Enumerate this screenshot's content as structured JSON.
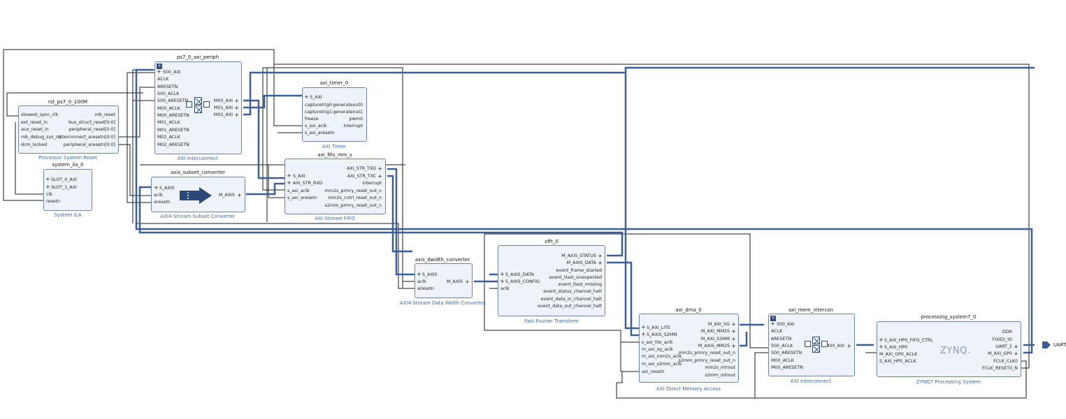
{
  "blocks": {
    "rst": {
      "title": "rst_ps7_0_100M",
      "subtitle": "Processor System Reset",
      "left_ports": [
        "slowest_sync_clk",
        "ext_reset_in",
        "aux_reset_in",
        "mb_debug_sys_rst",
        "dcm_locked"
      ],
      "right_ports": [
        "mb_reset",
        "bus_struct_reset[0:0]",
        "peripheral_reset[0:0]",
        "interconnect_aresetn[0:0]",
        "peripheral_aresetn[0:0]"
      ]
    },
    "ila": {
      "title": "system_ila_0",
      "subtitle": "System ILA",
      "left_ports": [
        "SLOT_0_AXI",
        "SLOT_1_AXI",
        "clk",
        "resetn"
      ]
    },
    "periph": {
      "title": "ps7_0_axi_periph",
      "subtitle": "AXI Interconnect",
      "left_ports": [
        "S00_AXI",
        "ACLK",
        "ARESETN",
        "S00_ACLK",
        "S00_ARESETN",
        "M00_ACLK",
        "M00_ARESETN",
        "M01_ACLK",
        "M01_ARESETN",
        "M02_ACLK",
        "M02_ARESETN"
      ],
      "right_ports": [
        "M00_AXI",
        "M01_AXI",
        "M02_AXI"
      ]
    },
    "timer": {
      "title": "axi_timer_0",
      "subtitle": "AXI Timer",
      "left_ports": [
        "S_AXI",
        "capturetrig0",
        "capturetrig1",
        "freeze",
        "s_axi_aclk",
        "s_axi_aresetn"
      ],
      "right_ports": [
        "generateout0",
        "generateout1",
        "pwm0",
        "interrupt"
      ]
    },
    "fifo": {
      "title": "axi_fifo_mm_s",
      "subtitle": "AXI-Stream FIFO",
      "left_ports": [
        "S_AXI",
        "AXI_STR_RXD",
        "s_axi_aclk",
        "s_axi_aresetn"
      ],
      "right_ports": [
        "AXI_STR_TXD",
        "AXI_STR_TXC",
        "interrupt",
        "mm2s_prmry_reset_out_n",
        "mm2s_cntrl_reset_out_n",
        "s2mm_prmry_reset_out_n"
      ]
    },
    "subset": {
      "title": "axis_subset_converter",
      "subtitle": "AXI4-Stream Subset Converter",
      "left_ports": [
        "S_AXIS",
        "aclk",
        "aresetn"
      ],
      "right_ports": [
        "M_AXIS"
      ]
    },
    "dwidth": {
      "title": "axis_dwidth_converter",
      "subtitle": "AXI4-Stream Data Width Converter",
      "left_ports": [
        "S_AXIS",
        "aclk",
        "aresetn"
      ],
      "right_ports": [
        "M_AXIS"
      ]
    },
    "xfft": {
      "title": "xfft_0",
      "subtitle": "Fast Fourier Transform",
      "left_ports": [
        "S_AXIS_DATA",
        "S_AXIS_CONFIG",
        "aclk"
      ],
      "right_ports": [
        "M_AXIS_STATUS",
        "M_AXIS_DATA",
        "event_frame_started",
        "event_tlast_unexpected",
        "event_tlast_missing",
        "event_status_channel_halt",
        "event_data_in_channel_halt",
        "event_data_out_channel_halt"
      ]
    },
    "dma": {
      "title": "axi_dma_0",
      "subtitle": "AXI Direct Memory Access",
      "left_ports": [
        "S_AXI_LITE",
        "S_AXIS_S2MM",
        "s_axi_lite_aclk",
        "m_axi_sg_aclk",
        "m_axi_mm2s_aclk",
        "m_axi_s2mm_aclk",
        "axi_resetn"
      ],
      "right_ports": [
        "M_AXI_SG",
        "M_AXI_MM2S",
        "M_AXI_S2MM",
        "M_AXIS_MM2S",
        "mm2s_prmry_reset_out_n",
        "s2mm_prmry_reset_out_n",
        "mm2s_introut",
        "s2mm_introut"
      ]
    },
    "memic": {
      "title": "axi_mem_intercon",
      "subtitle": "AXI Interconnect",
      "left_ports": [
        "S00_AXI",
        "ACLK",
        "ARESETN",
        "S00_ACLK",
        "S00_ARESETN",
        "M00_ACLK",
        "M00_ARESETN"
      ],
      "right_ports": [
        "M00_AXI"
      ]
    },
    "ps7": {
      "title": "processing_system7_0",
      "subtitle": "ZYNQ7 Processing System",
      "logo": "ZYNQ.",
      "left_ports": [
        "S_AXI_HP0_FIFO_CTRL",
        "S_AXI_HP0",
        "M_AXI_GP0_ACLK",
        "S_AXI_HP0_ACLK"
      ],
      "right_ports": [
        "DDR",
        "FIXED_IO",
        "UART_1",
        "M_AXI_GP0",
        "FCLK_CLK0",
        "FCLK_RESET0_N"
      ]
    }
  },
  "external_ports": {
    "uart": "UART"
  },
  "colors": {
    "bus": "#3b5e96",
    "net": "#1a1a1a",
    "block_fill": "#eef3fa",
    "block_border": "#6b84a8",
    "subtitle": "#3c6aa0"
  },
  "icons": [
    "crossbar-icon",
    "stream-arrow-icon",
    "zynq-logo",
    "collapse-icon"
  ]
}
